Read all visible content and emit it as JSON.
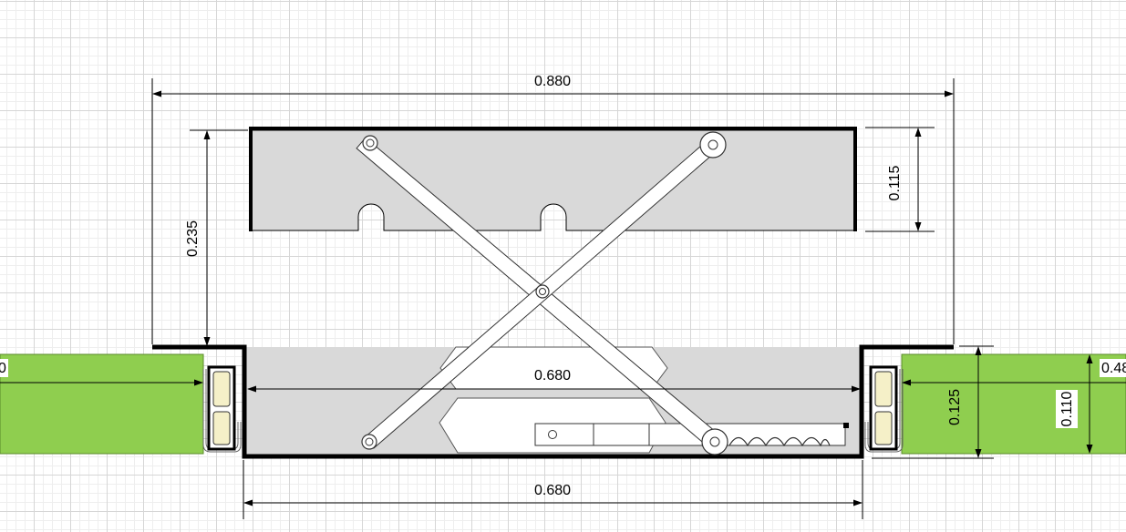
{
  "colors": {
    "background": "#ffffff",
    "grid_major": "#d6d6d6",
    "grid_minor": "#eeeeee",
    "platform_fill": "#d9d9d9",
    "green_block": "#8fce4f",
    "roller_fill": "#f5f0c8",
    "outline": "#000000",
    "arm_fill": "#ffffff"
  },
  "icons": [
    "dimension-arrow",
    "pivot-circle",
    "roller",
    "spring-coil"
  ],
  "dimensions": {
    "overall_width": "0.880",
    "platform_travel_height": "0.235",
    "top_platform_height": "0.115",
    "base_inner_width": "0.680",
    "base_outer_width": "0.680",
    "base_height": "0.125",
    "green_block_height": "0.110",
    "left_cut_label": "0",
    "right_cut_label": "0.48"
  }
}
